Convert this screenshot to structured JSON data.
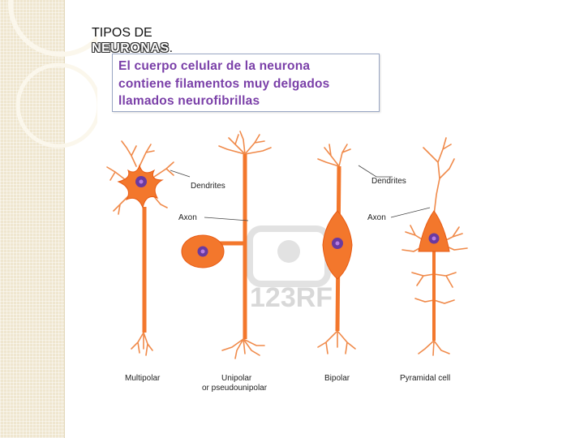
{
  "title": {
    "line1": "TIPOS DE",
    "line2": "NEURONAS",
    "line2_suffix": "."
  },
  "caption": {
    "line1": "El cuerpo celular de la neurona",
    "line2": "contiene filamentos muy delgados",
    "line3": "llamados neurofibrillas"
  },
  "diagram": {
    "labels": {
      "dendrites_left": "Dendrites",
      "axon_left": "Axon",
      "dendrites_right": "Dendrites",
      "axon_right": "Axon"
    },
    "neurons": [
      {
        "name": "multipolar",
        "label": "Multipolar"
      },
      {
        "name": "unipolar",
        "label": "Unipolar",
        "sublabel": "or pseudounipolar"
      },
      {
        "name": "bipolar",
        "label": "Bipolar"
      },
      {
        "name": "pyramidal",
        "label": "Pyramidal cell"
      }
    ],
    "watermark": "123RF",
    "colors": {
      "cell": "#f3772c",
      "cell_dark": "#e85a12",
      "nucleus": "#6a3aa0",
      "nucleolus": "#b87de0"
    }
  }
}
